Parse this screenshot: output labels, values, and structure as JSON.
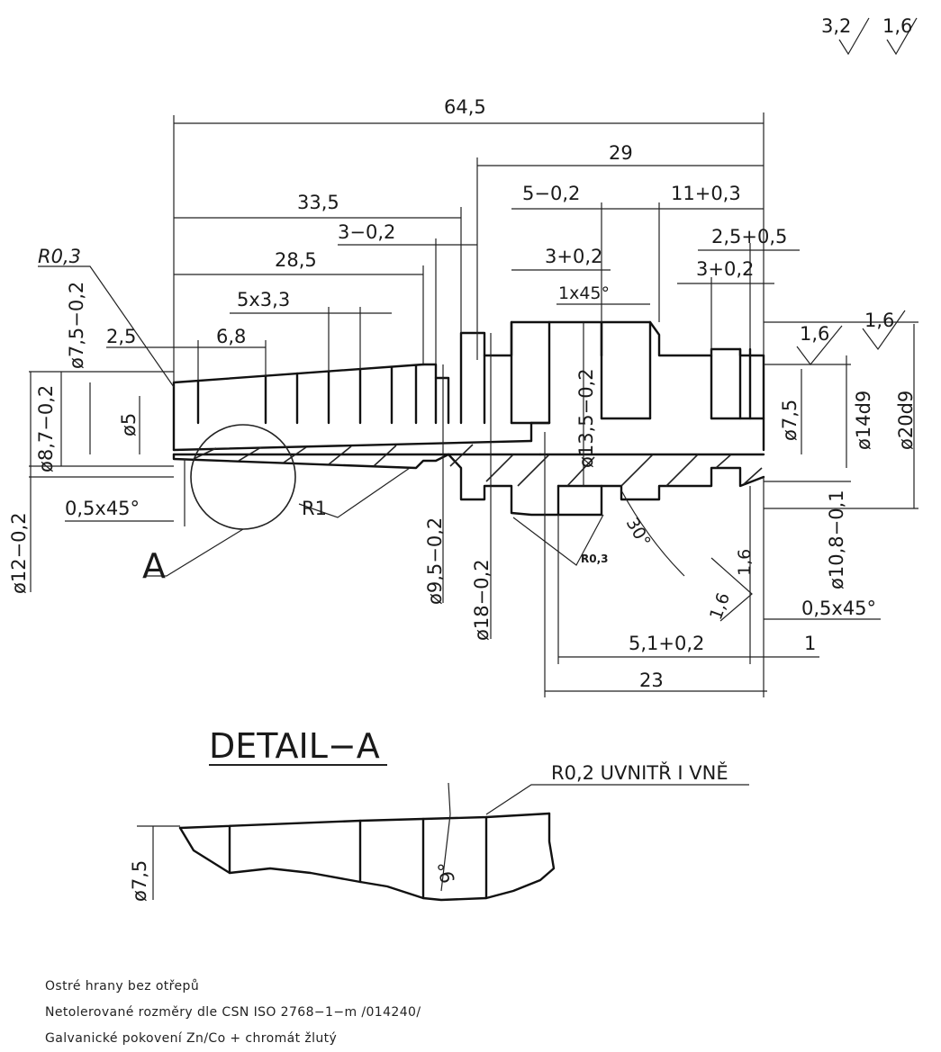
{
  "surface_symbols": {
    "general_a": "3,2",
    "general_b": "1,6"
  },
  "dimensions": {
    "overall_length": "64,5",
    "length_29": "29",
    "len_33_5": "33,5",
    "len_3_02": "3−0,2",
    "len_28_5": "28,5",
    "len_5_02": "5−0,2",
    "len_11_03": "11+0,3",
    "len_2_5_05": "2,5+0,5",
    "len_3_02_top": "3+0,2",
    "len_3_02_right": "3+0,2",
    "chamfer_1x45": "1x45°",
    "ribs_5x3_3": "5x3,3",
    "len_2_5": "2,5",
    "len_6_8": "6,8",
    "radius_r03": "R0,3",
    "radius_r03_small": "R0,3",
    "radius_r1": "R1",
    "chamfer_05x45_left": "0,5x45°",
    "chamfer_05x45_right": "0,5x45°",
    "dia_7_5_02": "ø7,5−0,2",
    "dia_8_7_02": "ø8,7−0,2",
    "dia_5": "ø5",
    "dia_12_02": "ø12−0,2",
    "dia_9_5_02": "ø9,5−0,2",
    "dia_18_02": "ø18−0,2",
    "dia_13_5_02": "ø13,5−0,2",
    "dia_7_5": "ø7,5",
    "dia_14d9": "ø14d9",
    "dia_20d9": "ø20d9",
    "dia_10_8_01": "ø10,8−0,1",
    "angle_30": "30°",
    "rough_1_6_a": "1,6",
    "rough_1_6_b": "1,6",
    "rough_1_6_c": "1,6",
    "rough_1_6_d": "1,6",
    "len_5_1_02": "5,1+0,2",
    "len_1": "1",
    "len_23": "23",
    "detail_marker": "A"
  },
  "detail": {
    "title": "DETAIL−A",
    "radius_note": "R0,2 UVNITŘ I VNĚ",
    "angle": "9°",
    "dia_7_5": "ø7,5"
  },
  "notes": [
    "Ostré hrany bez otřepů",
    "Netolerované rozměry dle CSN ISO 2768−1−m /014240/",
    "Galvanické pokovení Zn/Co + chromát žlutý"
  ]
}
